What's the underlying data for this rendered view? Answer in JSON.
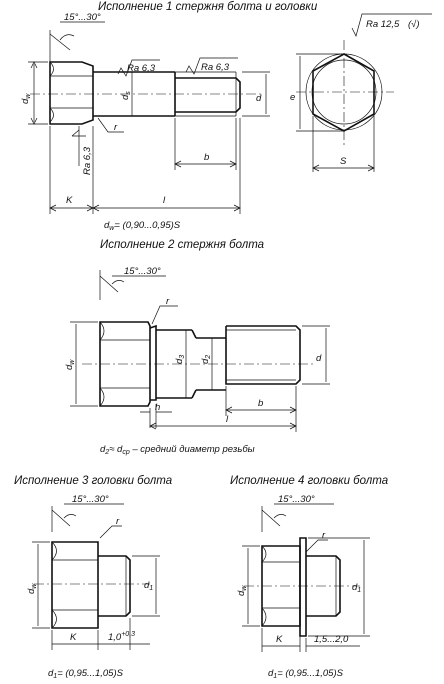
{
  "variants": [
    {
      "title": "Исполнение 1 стержня болта и головки"
    },
    {
      "title": "Исполнение 2 стержня болта"
    },
    {
      "title": "Исполнение 3 головки болта"
    },
    {
      "title": "Исполнение 4 головки болта"
    }
  ],
  "labels": {
    "chamfer_angle": "15°...30°",
    "roughness_general": "Ra 12,5",
    "roughness_general_paren": "(√)",
    "ra_63": "Ra 6,3",
    "dw": "d",
    "dw_sub": "w",
    "ds": "d",
    "ds_sub": "s",
    "d": "d",
    "d2": "d",
    "d2_sub": "2",
    "d3": "d",
    "d3_sub": "3",
    "d1": "d",
    "d1_sub": "1",
    "r": "r",
    "b": "b",
    "l": "l",
    "k": "K",
    "h": "h",
    "e": "e",
    "s": "S",
    "tol_3": "1,0",
    "tol_3_sup": "+0,3",
    "range_4": "1,5...2,0"
  },
  "notes": {
    "dw_formula": "= (0,90...0,95)S",
    "d2_formula": "≈ d",
    "d2_formula_sub": "ср",
    "d2_formula_tail": " – средний диаметр резьбы",
    "d1_formula": "= (0,95...1,05)S"
  }
}
